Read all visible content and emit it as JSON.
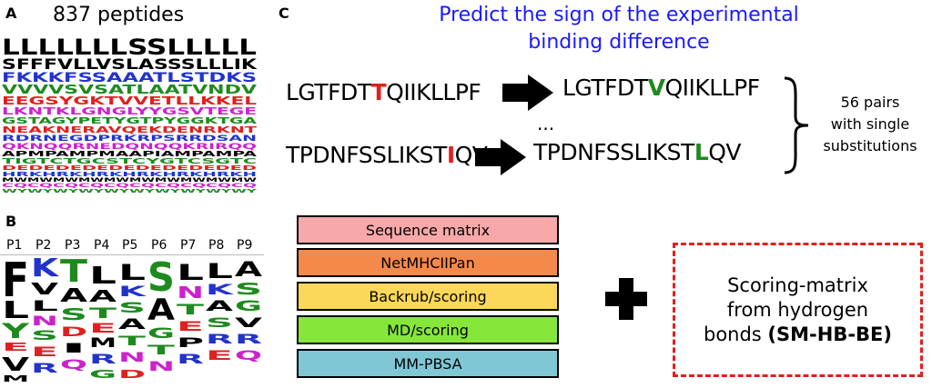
{
  "panels": {
    "a": "A",
    "b": "B",
    "c": "C"
  },
  "panel_a_title": "837 peptides",
  "positions": [
    "P1",
    "P2",
    "P3",
    "P4",
    "P5",
    "P6",
    "P7",
    "P8",
    "P9"
  ],
  "colors": {
    "title_blue": "#1a1aff",
    "red": "#e02020",
    "green": "#1e8a1e",
    "blue": "#2233cc",
    "purple": "#cc22cc"
  },
  "question": [
    "Predict the sign of the experimental",
    "binding difference"
  ],
  "pairs": [
    {
      "orig_pre": "LGTFDT",
      "orig_sub": "T",
      "orig_post": "QIIKLLPF",
      "mut_pre": "LGTFDT",
      "mut_sub": "V",
      "mut_post": "QIIKLLPF"
    },
    {
      "orig_pre": "TPDNFSSLIKST",
      "orig_sub": "I",
      "orig_post": "QV",
      "mut_pre": "TPDNFSSLIKST",
      "mut_sub": "L",
      "mut_post": "QV"
    }
  ],
  "ellipsis": "...",
  "pairs_note": [
    "56 pairs",
    "with single",
    "substitutions"
  ],
  "methods": [
    {
      "label": "Sequence matrix",
      "color": "#f7a8a8"
    },
    {
      "label": "NetMHCIIPan",
      "color": "#f5894a"
    },
    {
      "label": "Backrub/scoring",
      "color": "#fbd75a"
    },
    {
      "label": "MD/scoring",
      "color": "#86e63a"
    },
    {
      "label": "MM-PBSA",
      "color": "#80c7d6"
    }
  ],
  "plus": "+",
  "new_method": {
    "line1": "Scoring-matrix",
    "line2": "from hydrogen",
    "line3_pre": "bonds ",
    "line3_bold": "(SM-HB-BE)"
  }
}
